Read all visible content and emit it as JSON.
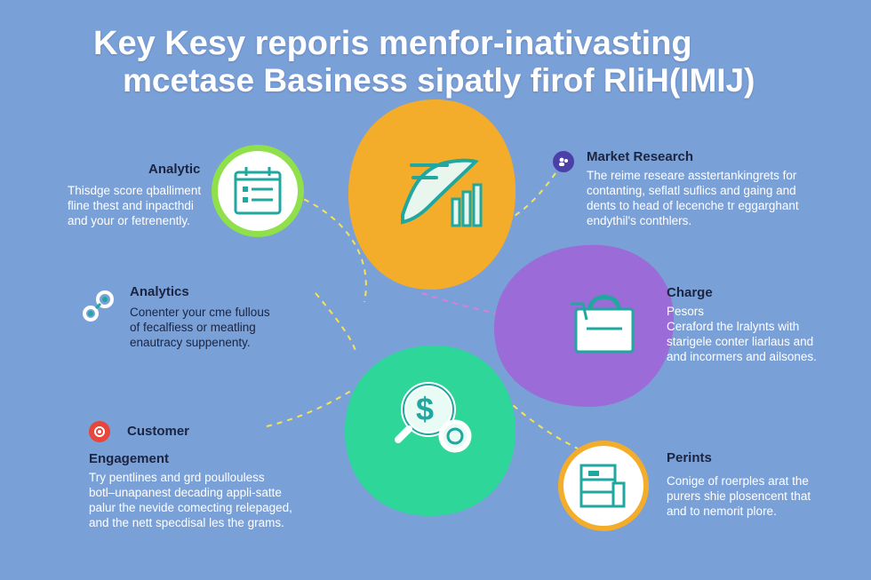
{
  "title": {
    "line1": "Key Kesy reporis menfor-inativasting",
    "line2": "mcetase Basiness sipatly firof RliH(IMIJ)"
  },
  "colors": {
    "background": "#7aa0d8",
    "orange": "#f3ad2a",
    "purple": "#9b6bd8",
    "green": "#2fd699",
    "teal_icon": "#1fa7a0",
    "ring_green": "#8fe04a",
    "ring_orange": "#f3ad2a"
  },
  "sections": {
    "analytic": {
      "heading": "Analytic",
      "lines": [
        "Thisdge score qballiment",
        "fline thest and inpacthdi",
        "and your or fetrenently."
      ],
      "icon": "calendar-list-icon"
    },
    "analytics": {
      "heading": "Analytics",
      "lines": [
        "Conenter your cme fullous",
        "of fecalfiess or meatling",
        "enautracy suppenenty."
      ],
      "icon": "gears-icon"
    },
    "customer": {
      "heading": "Customer",
      "subheading": "Engagement",
      "lines": [
        "Try pentlines and grd poullouless",
        "botl–unapanest decading appli-satte",
        "palur the nevide comecting relepaged,",
        "and the nett specdisal les the grams."
      ],
      "icon": "target-badge-icon"
    },
    "market_research": {
      "heading": "Market Research",
      "lines": [
        "The reime researe asstertankingrets for",
        "contanting, seflatl suflics and gaing and",
        "dents to head of lecenche tr eggarghant",
        "endythil's conthlers."
      ],
      "icon": "people-badge-icon"
    },
    "charge": {
      "heading": "Charge",
      "lines": [
        "Pesors",
        "Ceraford the lralynts with",
        "starigele conter liarlaus and",
        "and incormers and ailsones."
      ],
      "icon": "shopping-bag-icon"
    },
    "perints": {
      "heading": "Perints",
      "lines": [
        "Conige of roerples arat the",
        "purers shie plosencent that",
        "and to nemorit plore."
      ],
      "icon": "box-package-icon"
    }
  },
  "center_icons": {
    "orange": "growth-chart-icon",
    "purple": "cart-icon",
    "green": "dollar-search-icon",
    "dollar_symbol": "$"
  }
}
